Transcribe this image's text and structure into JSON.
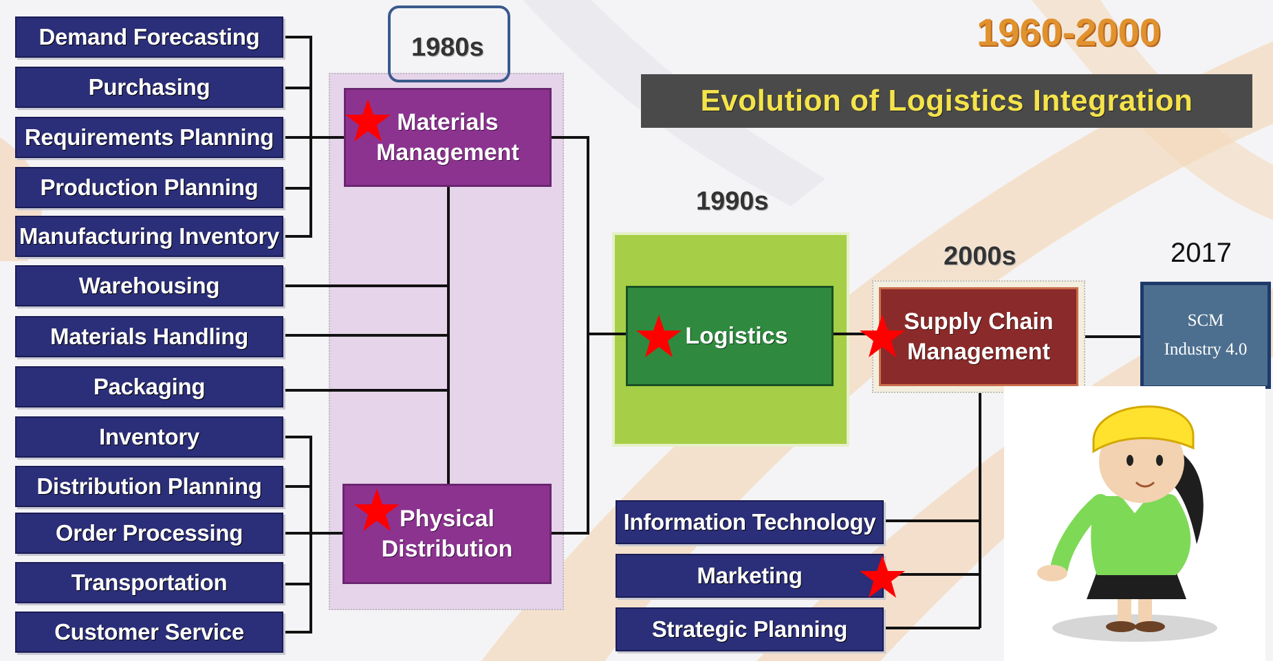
{
  "header": {
    "year_range": "1960-2000",
    "title": "Evolution of Logistics Integration",
    "year_2017": "2017"
  },
  "eras": {
    "e1980": "1980s",
    "e1990": "1990s",
    "e2000": "2000s"
  },
  "left_items": [
    "Demand Forecasting",
    "Purchasing",
    "Requirements Planning",
    "Production Planning",
    "Manufacturing Inventory",
    "Warehousing",
    "Materials Handling",
    "Packaging",
    "Inventory",
    "Distribution Planning",
    "Order Processing",
    "Transportation",
    "Customer Service"
  ],
  "nodes": {
    "materials_management": [
      "Materials",
      "Management"
    ],
    "physical_distribution": [
      "Physical",
      "Distribution"
    ],
    "logistics": "Logistics",
    "supply_chain_management": [
      "Supply Chain",
      "Management"
    ],
    "scm_industry": [
      "SCM",
      "Industry 4.0"
    ]
  },
  "bottom_items": [
    "Information Technology",
    "Marketing",
    "Strategic Planning"
  ],
  "colors": {
    "navy": "#2b2e78",
    "purple": "#8c3390",
    "logistics_green": "#2f8a3f",
    "lime": "#a6cf47",
    "scm_red": "#8b2a2a",
    "scm_blue": "#4d6f8f",
    "title_text": "#f4e34a",
    "year_range": "#e0922f",
    "star": "#ff0000"
  }
}
